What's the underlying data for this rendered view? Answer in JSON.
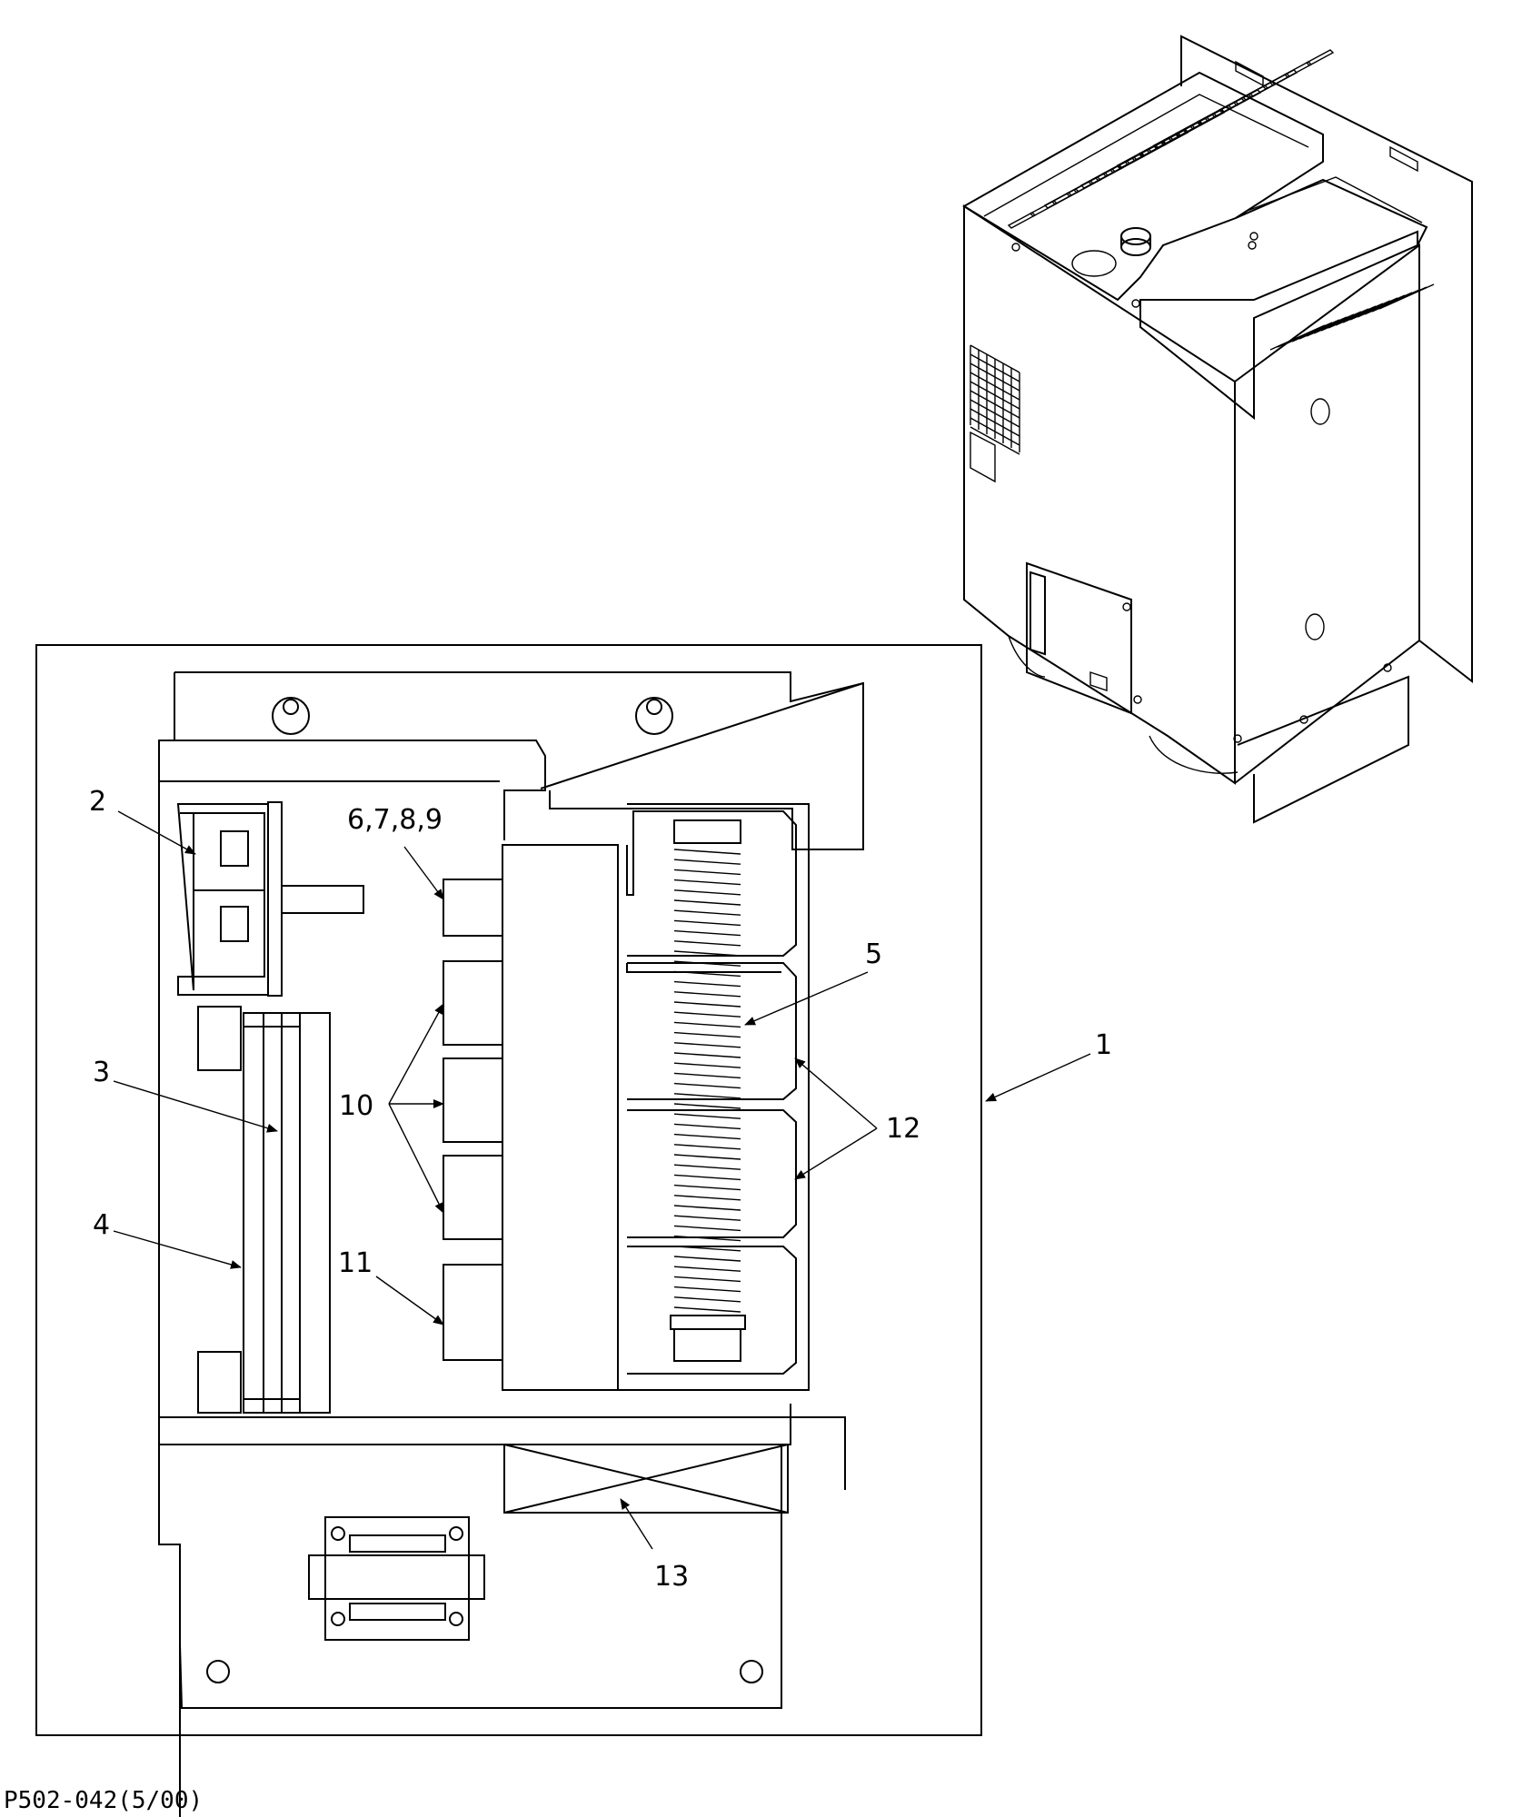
{
  "document": {
    "drawing_number": "P502-042(5/00)"
  },
  "callouts": [
    {
      "id": "1",
      "label": "1"
    },
    {
      "id": "2",
      "label": "2"
    },
    {
      "id": "3",
      "label": "3"
    },
    {
      "id": "4",
      "label": "4"
    },
    {
      "id": "5",
      "label": "5"
    },
    {
      "id": "6-9",
      "label": "6,7,8,9"
    },
    {
      "id": "10",
      "label": "10"
    },
    {
      "id": "11",
      "label": "11"
    },
    {
      "id": "12",
      "label": "12"
    },
    {
      "id": "13",
      "label": "13"
    }
  ],
  "colors": {
    "line": "#000000",
    "background": "#ffffff"
  }
}
